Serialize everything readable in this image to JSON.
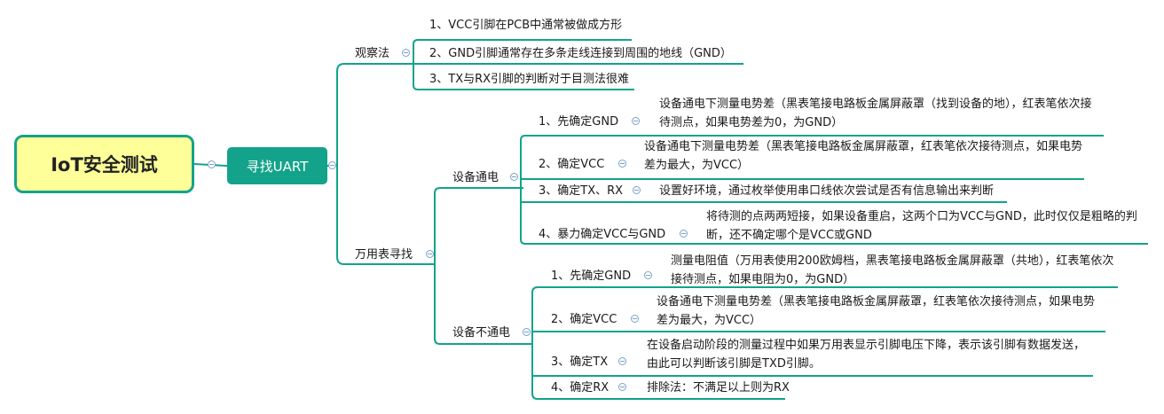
{
  "root": "IoT安全测试",
  "branch": "寻找UART",
  "observe": {
    "label": "观察法",
    "items": [
      "1、VCC引脚在PCB中通常被做成方形",
      "2、GND引脚通常存在多条走线连接到周围的地线（GND）",
      "3、TX与RX引脚的判断对于目测法很难"
    ]
  },
  "meter": {
    "label": "万用表寻找",
    "powered": {
      "label": "设备通电",
      "steps": [
        {
          "label": "1、先确定GND",
          "note": "设备通电下测量电势差（黑表笔接电路板金属屏蔽罩（找到设备的地），红表笔依次接待测点，如果电势差为0，为GND）"
        },
        {
          "label": "2、确定VCC",
          "note": "设备通电下测量电势差（黑表笔接电路板金属屏蔽罩，红表笔依次接待测点，如果电势差为最大，为VCC）"
        },
        {
          "label": "3、确定TX、RX",
          "note": "设置好环境，通过枚举使用串口线依次尝试是否有信息输出来判断"
        },
        {
          "label": "4、暴力确定VCC与GND",
          "note": "将待测的点两两短接，如果设备重启，这两个口为VCC与GND，此时仅仅是粗略的判断，还不确定哪个是VCC或GND"
        }
      ]
    },
    "unpowered": {
      "label": "设备不通电",
      "steps": [
        {
          "label": "1、先确定GND",
          "note": "测量电阻值（万用表使用200欧姆档，黑表笔接电路板金属屏蔽罩（共地），红表笔依次接待测点，如果电阻为0，为GND）"
        },
        {
          "label": "2、确定VCC",
          "note": "设备通电下测量电势差（黑表笔接电路板金属屏蔽罩，红表笔依次接待测点，如果电势差为最大，为VCC）"
        },
        {
          "label": "3、确定TX",
          "note": "在设备启动阶段的测量过程中如果万用表显示引脚电压下降，表示该引脚有数据发送，由此可以判断该引脚是TXD引脚。"
        },
        {
          "label": "4、确定RX",
          "note": "排除法：不满足以上则为RX"
        }
      ]
    }
  },
  "colors": {
    "accent": "#13a38a",
    "root_fill": "#ffff99"
  }
}
